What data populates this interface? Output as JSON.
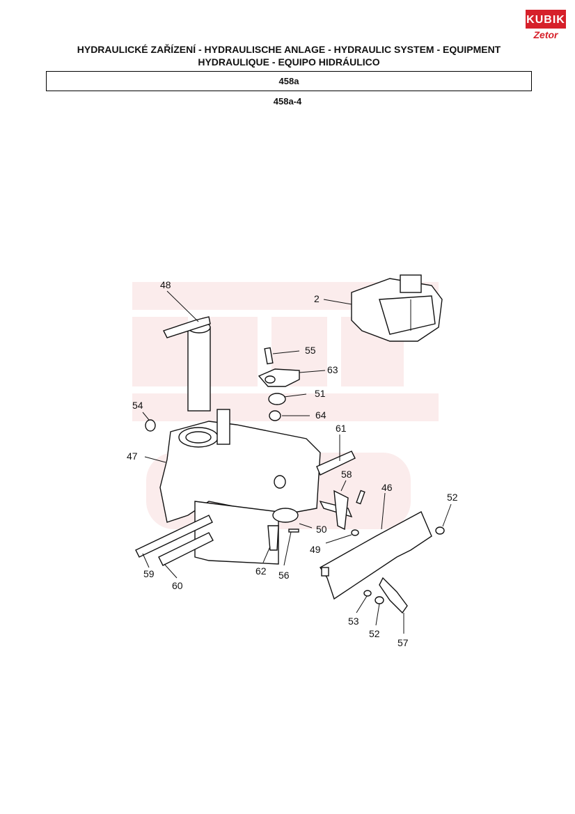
{
  "header": {
    "logo_top": "KUBIK",
    "logo_bottom": "Zetor",
    "title_line1": "HYDRAULICKÉ ZAŘÍZENÍ - HYDRAULISCHE ANLAGE - HYDRAULIC SYSTEM - EQUIPMENT",
    "title_line2": "HYDRAULIQUE - EQUIPO HIDRÁULICO",
    "section": "458a",
    "figure": "458a-4"
  },
  "callouts": [
    "48",
    "2",
    "55",
    "63",
    "51",
    "64",
    "54",
    "47",
    "61",
    "58",
    "46",
    "52",
    "49",
    "50",
    "62",
    "56",
    "59",
    "60",
    "53",
    "52",
    "57"
  ],
  "colors": {
    "logo_red": "#d6202a",
    "watermark": "#f3c9c9"
  }
}
